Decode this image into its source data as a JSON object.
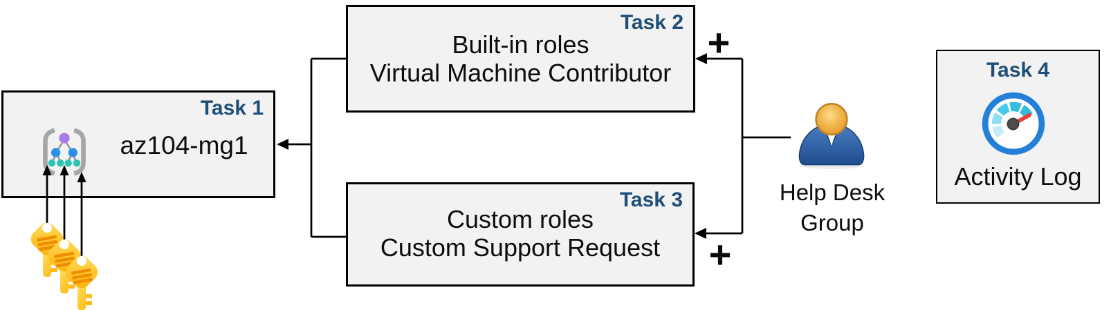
{
  "task1": {
    "label": "Task 1",
    "name": "az104-mg1"
  },
  "task2": {
    "label": "Task 2",
    "line1": "Built-in roles",
    "line2": "Virtual Machine Contributor"
  },
  "task3": {
    "label": "Task 3",
    "line1": "Custom roles",
    "line2": "Custom Support Request"
  },
  "task4": {
    "label": "Task 4",
    "caption": "Activity Log"
  },
  "actor": {
    "line1": "Help Desk",
    "line2": "Group"
  },
  "plus_top": "+",
  "plus_bottom": "+",
  "icons": {
    "task1_icon": "management-group-icon",
    "task4_icon": "activity-log-gauge-icon",
    "actor_icon": "user-icon",
    "keys_icon": "key-icon"
  },
  "colors": {
    "task_label": "#1f4e79",
    "box_fill": "#f2f2f2",
    "box_border": "#000000",
    "arrow": "#000000",
    "key_gold": "#ffc125",
    "key_stripe": "#ef8c00",
    "gauge_ring_blue": "#2380d8",
    "gauge_teal": "#35bedd",
    "gauge_light_blue": "#c5ecfa",
    "needle_red": "#e8403a",
    "person_blue": "#2d5d9f",
    "person_gold": "#eda63e",
    "mg_purple": "#a77be8",
    "mg_blue": "#2e8fe8",
    "mg_teal": "#2ec4b2",
    "mg_bracket_gray": "#a6a6a6"
  }
}
